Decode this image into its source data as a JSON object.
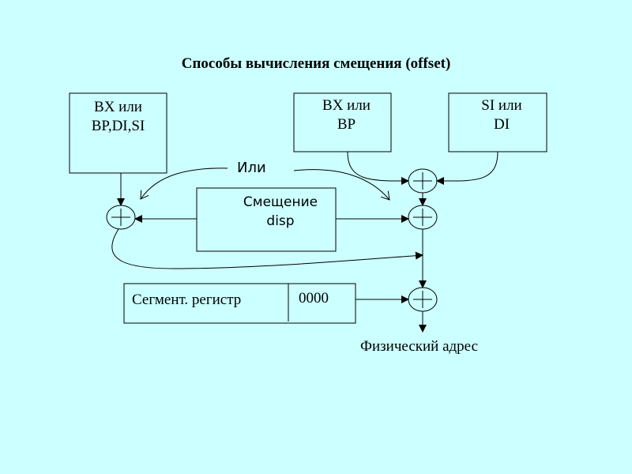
{
  "title": "Способы вычисления смещения (offset)",
  "boxes": {
    "base_index": [
      "BX или",
      "BP,DI,SI"
    ],
    "base": [
      "BX или",
      "BP"
    ],
    "index": [
      "SI или",
      "DI"
    ],
    "displacement": [
      "Смещение",
      "disp"
    ],
    "segment_register": "Сегмент. регистр",
    "segment_zeros": "0000"
  },
  "labels": {
    "or": "Или",
    "physical_address": "Физический адрес"
  },
  "colors": {
    "background": "#ccffff",
    "stroke": "#000000"
  }
}
